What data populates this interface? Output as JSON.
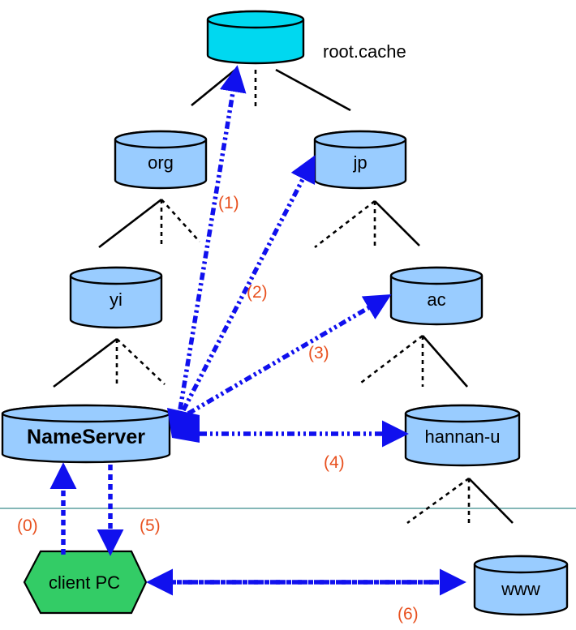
{
  "nodes": {
    "root": {
      "label": "",
      "caption": "root.cache",
      "fill": "#00d8f0"
    },
    "org": {
      "label": "org",
      "fill": "#99ccff"
    },
    "jp": {
      "label": "jp",
      "fill": "#99ccff"
    },
    "yi": {
      "label": "yi",
      "fill": "#99ccff"
    },
    "ac": {
      "label": "ac",
      "fill": "#99ccff"
    },
    "nameserver": {
      "label": "NameServer",
      "fill": "#99ccff"
    },
    "hannan": {
      "label": "hannan-u",
      "fill": "#99ccff"
    },
    "www": {
      "label": "www",
      "fill": "#99ccff"
    },
    "client": {
      "label": "client PC",
      "fill": "#33cc66"
    }
  },
  "steps": {
    "s0": "(0)",
    "s1": "(1)",
    "s2": "(2)",
    "s3": "(3)",
    "s4": "(4)",
    "s5": "(5)",
    "s6": "(6)"
  },
  "colors": {
    "arrow": "#1010ee",
    "step_label": "#e8501e",
    "separator": "#3b8c8c"
  }
}
